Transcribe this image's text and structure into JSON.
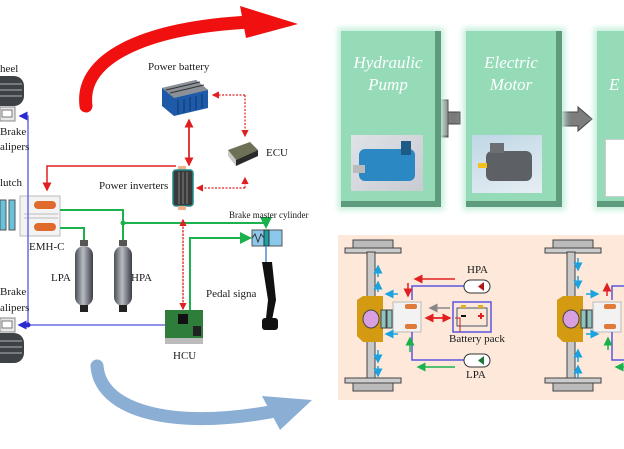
{
  "left_diagram": {
    "labels": {
      "wheel": "heel",
      "brake_calipers_top_1": "Brake",
      "brake_calipers_top_2": "alipers",
      "clutch": "lutch",
      "emh_c": "EMH-C",
      "lpa": "LPA",
      "hpa": "HPA",
      "brake_calipers_bottom_1": "Brake",
      "brake_calipers_bottom_2": "alipers",
      "power_battery": "Power battery",
      "ecu": "ECU",
      "power_inverters": "Power inverters",
      "brake_master_cylinder": "Brake master cylinder",
      "pedal_signal": "Pedal signa",
      "hcu": "HCU"
    }
  },
  "flow_boxes": [
    {
      "title_line1": "Hydraulic",
      "title_line2": "Pump",
      "image": "hydraulic-pump-photo"
    },
    {
      "title_line1": "Electric",
      "title_line2": "Motor",
      "image": "electric-motor-photo"
    },
    {
      "title_line1": "E",
      "title_line2": "",
      "image": "partial-photo"
    }
  ],
  "right_diagram": {
    "labels": {
      "hpa": "HPA",
      "battery_pack": "Battery pack",
      "lpa": "LPA"
    }
  },
  "colors": {
    "red_arrow": "#f01010",
    "blue_arrow": "#8aaed4",
    "green_line": "#1bb14c",
    "blue_line": "#5a55e0",
    "box_green": "#95dbb8",
    "panel_bg": "#fde8da",
    "cyan_arrow": "#1aa3e0"
  }
}
